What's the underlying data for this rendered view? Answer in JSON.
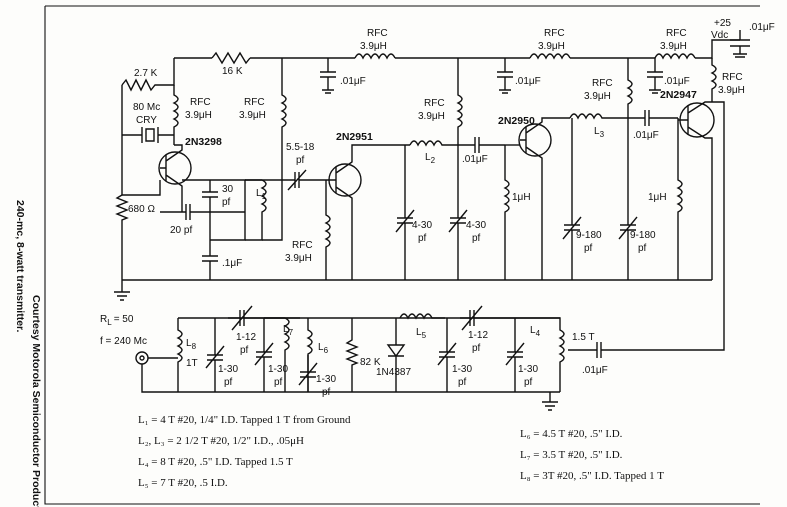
{
  "side_caption": {
    "title": "240-mc, 8-watt transmitter.",
    "credit": "Courtesy Motorola Semiconductor Products"
  },
  "supply": {
    "voltage": "+25",
    "unit": "Vdc",
    "cap": ".01μF"
  },
  "top_labels": {
    "r27k": "2.7 K",
    "r16k": "16 K",
    "rfc_a_1": "RFC",
    "rfc_a_2": "3.9μH",
    "cap_a": ".01μF",
    "rfc_b_1": "RFC",
    "rfc_b_2": "3.9μH",
    "cap_b": ".01μF",
    "rfc_c_1": "RFC",
    "rfc_c_2": "3.9μH",
    "cap_c": ".01μF",
    "rfc_d_1": "RFC",
    "rfc_d_2": "3.9μH"
  },
  "osc": {
    "crystal_1": "80 Mc",
    "crystal_2": "CRY",
    "rfc_1": "RFC",
    "rfc_2": "3.9μH",
    "rfc2_1": "RFC",
    "rfc2_2": "3.9μH",
    "transistor": "2N3298",
    "r680": "680 Ω",
    "c20": "20 pf",
    "c30_1": "30",
    "c30_2": "pf",
    "l1": "L",
    "l1_sub": "1",
    "c1uf": ".1μF",
    "trim_1": "5.5-18",
    "trim_2": "pf"
  },
  "stage2": {
    "transistor": "2N2951",
    "rfc_1": "RFC",
    "rfc_2": "3.9μH",
    "l2": "L",
    "l2_sub": "2",
    "rfc_top_1": "RFC",
    "rfc_top_2": "3.9μH",
    "cap": ".01μF",
    "t1_1": "4-30",
    "t1_2": "pf",
    "t2_1": "4-30",
    "t2_2": "pf",
    "choke": "1μH"
  },
  "stage3": {
    "transistor": "2N2950",
    "rfc_1": "RFC",
    "rfc_2": "3.9μH",
    "l3": "L",
    "l3_sub": "3",
    "cap": ".01μF",
    "t1_1": "9-180",
    "t1_2": "pf",
    "t2_1": "9-180",
    "t2_2": "pf",
    "choke": "1μH"
  },
  "stage4": {
    "transistor": "2N2947",
    "rfc_1": "RFC",
    "rfc_2": "3.9μH"
  },
  "output": {
    "rl": "R",
    "rl_sub": "L",
    "rl_val": "= 50",
    "freq": "f = 240 Mc",
    "l8": "L",
    "l8_sub": "8",
    "l8_t": "1T",
    "c_a_1": "1-12",
    "c_a_2": "pf",
    "l7": "L",
    "l7_sub": "7",
    "c_b_1": "1-30",
    "c_b_2": "pf",
    "c_c_1": "1-30",
    "c_c_2": "pf",
    "l6": "L",
    "l6_sub": "6",
    "c_d_1": "1-30",
    "c_d_2": "pf",
    "r82k": "82 K",
    "diode": "1N4387",
    "l5": "L",
    "l5_sub": "5",
    "c_e_1": "1-12",
    "c_e_2": "pf",
    "c_f_1": "1-30",
    "c_f_2": "pf",
    "c_g_1": "1-30",
    "c_g_2": "pf",
    "l4": "L",
    "l4_sub": "4",
    "l4_t": "1.5 T",
    "cout": ".01μF"
  },
  "notes": {
    "l1": "L₁ = 4 T #20, 1/4\" I.D. Tapped 1 T from Ground",
    "l23": "L₂, L₃ = 2 1/2 T #20, 1/2\" I.D., .05μH",
    "l4": "L₄ = 8 T #20, .5\" I.D. Tapped 1.5 T",
    "l5": "L₅ = 7 T #20, .5 I.D.",
    "l6": "L₆ = 4.5 T #20, .5\" I.D.",
    "l7": "L₇ = 3.5 T #20, .5\" I.D.",
    "l8": "L₈ = 3T #20, .5\" I.D. Tapped 1 T"
  }
}
